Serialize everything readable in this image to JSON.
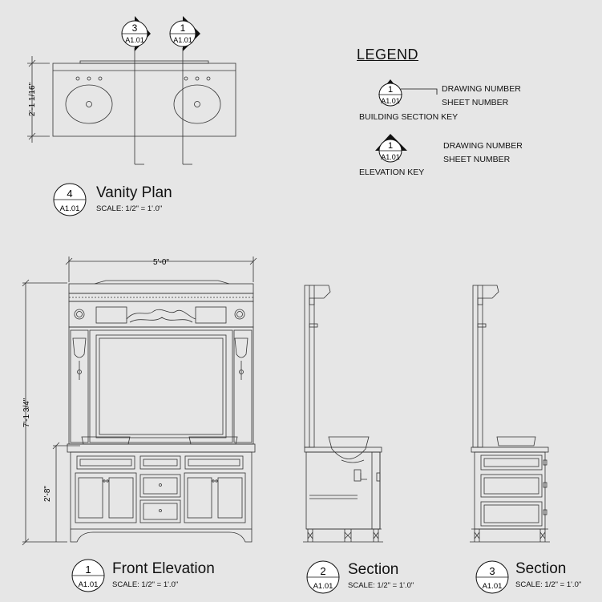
{
  "legend": {
    "title": "LEGEND",
    "drawing_number": "DRAWING NUMBER",
    "sheet_number": "SHEET NUMBER",
    "building_section_key": "BUILDING SECTION KEY",
    "elevation_key": "ELEVATION KEY",
    "sample_number": "1",
    "sample_sheet": "A1.01"
  },
  "plan": {
    "title": "Vanity Plan",
    "number": "4",
    "sheet": "A1.01",
    "scale": "SCALE: 1/2\" = 1'.0\"",
    "depth_dim": "2'-1 1/16\"",
    "marker_left_number": "3",
    "marker_right_number": "1",
    "marker_sheet": "A1.01"
  },
  "front": {
    "title": "Front Elevation",
    "number": "1",
    "sheet": "A1.01",
    "scale": "SCALE: 1/2\" = 1'.0\"",
    "width_dim": "5'-0\"",
    "height_dim": "7'-1 3/4\"",
    "counter_dim": "2'-8\""
  },
  "section2": {
    "title": "Section",
    "number": "2",
    "sheet": "A1.01",
    "scale": "SCALE: 1/2\" = 1'.0\""
  },
  "section3": {
    "title": "Section",
    "number": "3",
    "sheet": "A1.01",
    "scale": "SCALE: 1/2\" = 1'.0\""
  }
}
